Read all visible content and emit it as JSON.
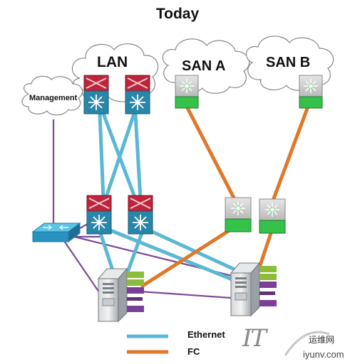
{
  "title": "Today",
  "clouds": {
    "lan": "LAN",
    "san_a": "SAN A",
    "san_b": "SAN B",
    "management": "Management"
  },
  "legend": [
    {
      "label": "Ethernet",
      "color": "#5bb8d4"
    },
    {
      "label": "FC",
      "color": "#e0782a"
    }
  ],
  "watermark": {
    "logo": "IT",
    "chinese": "运维网",
    "url": "iyunv.com"
  },
  "colors": {
    "ethernet": "#5bb8d4",
    "fc": "#e0782a",
    "management": "#7d4a94",
    "nexus_top": "#c0243a",
    "nexus_body": "#2a86a8",
    "fc_switch_green": "#35c24a",
    "nic_green": "#8dbb3a",
    "hba_purple": "#7b3f98"
  }
}
